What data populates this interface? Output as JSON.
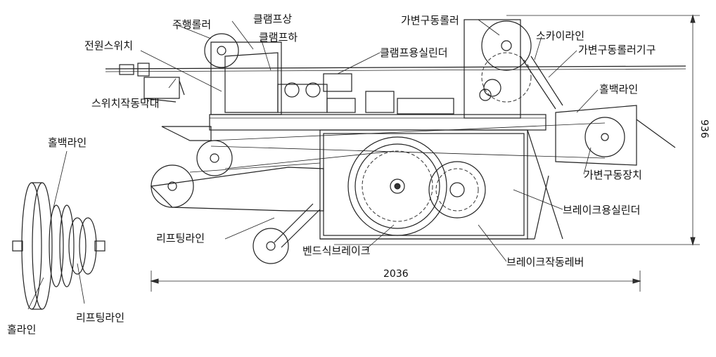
{
  "labels": {
    "travel_roller": "주행롤러",
    "clamp_upper": "클램프상",
    "clamp_lower": "클램프하",
    "power_switch": "전원스위치",
    "clamp_cylinder": "클램프용실린더",
    "switch_rod": "스위치작동막대",
    "variable_roller": "가변구동롤러",
    "skyline": "스카이라인",
    "variable_roller_mech": "가변구동롤러기구",
    "haulback_line": "홀백라인",
    "variable_drive": "가변구동장치",
    "brake_cylinder": "브레이크용실린더",
    "lifting_line": "리프팅라인",
    "band_brake": "벤드식브레이크",
    "brake_lever": "브레이크작동레버",
    "detail_haulback": "홀백라인",
    "detail_hall_line": "홀라인",
    "detail_lifting_line": "리프팅라인"
  },
  "dimensions": {
    "width": "2036",
    "height": "936"
  }
}
